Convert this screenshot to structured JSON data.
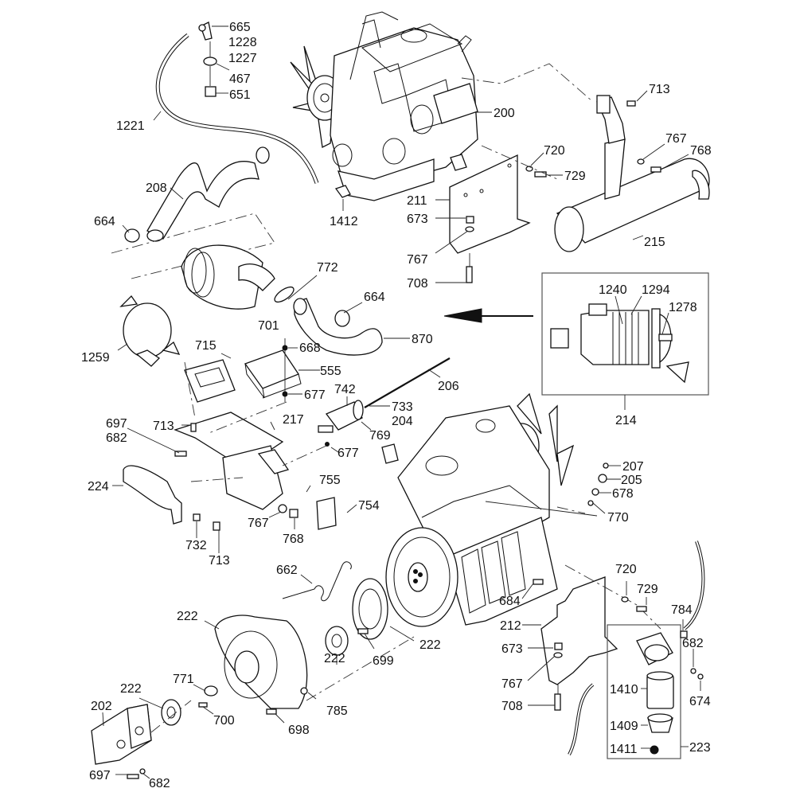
{
  "diagram": {
    "title": "Engine and attachments exploded parts diagram",
    "callouts": [
      {
        "id": "c665",
        "text": "665"
      },
      {
        "id": "c1228",
        "text": "1228"
      },
      {
        "id": "c1227",
        "text": "1227"
      },
      {
        "id": "c467",
        "text": "467"
      },
      {
        "id": "c651",
        "text": "651"
      },
      {
        "id": "c1221",
        "text": "1221"
      },
      {
        "id": "c208",
        "text": "208"
      },
      {
        "id": "c664a",
        "text": "664"
      },
      {
        "id": "c200",
        "text": "200"
      },
      {
        "id": "c1412",
        "text": "1412"
      },
      {
        "id": "c713a",
        "text": "713"
      },
      {
        "id": "c720a",
        "text": "720"
      },
      {
        "id": "c729a",
        "text": "729"
      },
      {
        "id": "c767a",
        "text": "767"
      },
      {
        "id": "c768a",
        "text": "768"
      },
      {
        "id": "c215",
        "text": "215"
      },
      {
        "id": "c211",
        "text": "211"
      },
      {
        "id": "c673a",
        "text": "673"
      },
      {
        "id": "c767b",
        "text": "767"
      },
      {
        "id": "c708a",
        "text": "708"
      },
      {
        "id": "c1240",
        "text": "1240"
      },
      {
        "id": "c1294",
        "text": "1294"
      },
      {
        "id": "c1278",
        "text": "1278"
      },
      {
        "id": "c214",
        "text": "214"
      },
      {
        "id": "c772",
        "text": "772"
      },
      {
        "id": "c664b",
        "text": "664"
      },
      {
        "id": "c870",
        "text": "870"
      },
      {
        "id": "c701",
        "text": "701"
      },
      {
        "id": "c668",
        "text": "668"
      },
      {
        "id": "c555",
        "text": "555"
      },
      {
        "id": "c677a",
        "text": "677"
      },
      {
        "id": "c1259",
        "text": "1259"
      },
      {
        "id": "c715",
        "text": "715"
      },
      {
        "id": "c742",
        "text": "742"
      },
      {
        "id": "c206",
        "text": "206"
      },
      {
        "id": "c733",
        "text": "733"
      },
      {
        "id": "c204",
        "text": "204"
      },
      {
        "id": "c769",
        "text": "769"
      },
      {
        "id": "c697a",
        "text": "697"
      },
      {
        "id": "c682a",
        "text": "682"
      },
      {
        "id": "c713b",
        "text": "713"
      },
      {
        "id": "c217",
        "text": "217"
      },
      {
        "id": "c677b",
        "text": "677"
      },
      {
        "id": "c224",
        "text": "224"
      },
      {
        "id": "c755",
        "text": "755"
      },
      {
        "id": "c754",
        "text": "754"
      },
      {
        "id": "c767c",
        "text": "767"
      },
      {
        "id": "c768b",
        "text": "768"
      },
      {
        "id": "c732",
        "text": "732"
      },
      {
        "id": "c713c",
        "text": "713"
      },
      {
        "id": "c207",
        "text": "207"
      },
      {
        "id": "c205",
        "text": "205"
      },
      {
        "id": "c678",
        "text": "678"
      },
      {
        "id": "c770",
        "text": "770"
      },
      {
        "id": "c662",
        "text": "662"
      },
      {
        "id": "c720b",
        "text": "720"
      },
      {
        "id": "c729b",
        "text": "729"
      },
      {
        "id": "c684",
        "text": "684"
      },
      {
        "id": "c784",
        "text": "784"
      },
      {
        "id": "c212",
        "text": "212"
      },
      {
        "id": "c682b",
        "text": "682"
      },
      {
        "id": "c222a",
        "text": "222"
      },
      {
        "id": "c222b",
        "text": "222"
      },
      {
        "id": "c222c",
        "text": "222"
      },
      {
        "id": "c699",
        "text": "699"
      },
      {
        "id": "c673b",
        "text": "673"
      },
      {
        "id": "c767d",
        "text": "767"
      },
      {
        "id": "c674",
        "text": "674"
      },
      {
        "id": "c1410",
        "text": "1410"
      },
      {
        "id": "c708b",
        "text": "708"
      },
      {
        "id": "c1409",
        "text": "1409"
      },
      {
        "id": "c1411",
        "text": "1411"
      },
      {
        "id": "c223",
        "text": "223"
      },
      {
        "id": "c222d",
        "text": "222"
      },
      {
        "id": "c771",
        "text": "771"
      },
      {
        "id": "c202",
        "text": "202"
      },
      {
        "id": "c700",
        "text": "700"
      },
      {
        "id": "c785",
        "text": "785"
      },
      {
        "id": "c698",
        "text": "698"
      },
      {
        "id": "c697b",
        "text": "697"
      },
      {
        "id": "c682c",
        "text": "682"
      }
    ]
  }
}
